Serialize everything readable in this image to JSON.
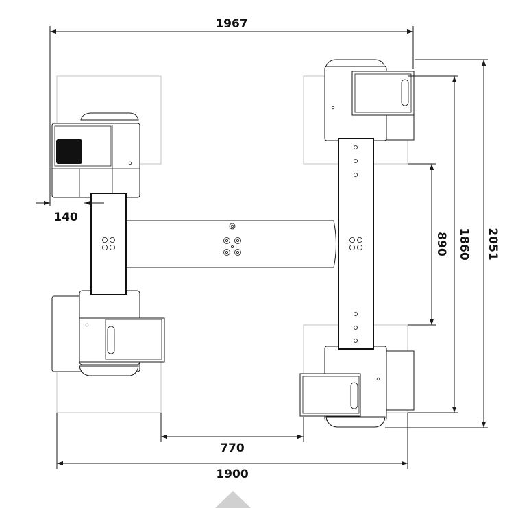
{
  "dimensions": {
    "top_width": "1967",
    "left_offset": "140",
    "right_inner": "890",
    "right_middle": "1860",
    "right_outer": "2051",
    "bottom_inner": "770",
    "bottom_total": "1900"
  },
  "colors": {
    "line": "#1a1a1a",
    "ghost": "#b5b5b5",
    "fill_dark": "#111111",
    "arrow_marker": "#d0d0d0"
  },
  "icons": {
    "direction_marker": "triangle-up"
  }
}
